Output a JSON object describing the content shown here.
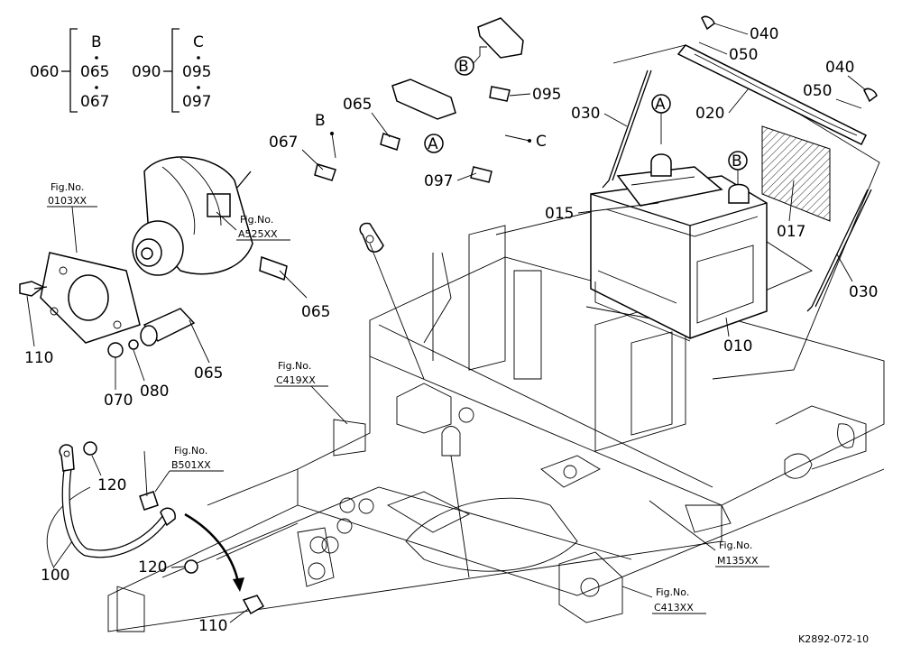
{
  "groups": {
    "g1": {
      "parent": "060",
      "items": [
        "B",
        "065",
        "067"
      ]
    },
    "g2": {
      "parent": "090",
      "items": [
        "C",
        "095",
        "097"
      ]
    }
  },
  "callouts": {
    "c030a": "030",
    "c040a": "040",
    "c050a": "050",
    "c020": "020",
    "c040b": "040",
    "c050b": "050",
    "c095": "095",
    "c065a": "065",
    "c067": "067",
    "c097": "097",
    "c015": "015",
    "c017": "017",
    "c030b": "030",
    "c065b": "065",
    "c065c": "065",
    "c110a": "110",
    "c070": "070",
    "c080": "080",
    "c010": "010",
    "c120a": "120",
    "c100": "100",
    "c120b": "120",
    "c110b": "110"
  },
  "markers": {
    "cableB": "B",
    "cableC": "C",
    "circA1": "A",
    "circB1": "B",
    "circA2": "A",
    "circB2": "B"
  },
  "figrefs": [
    {
      "label": "Fig.No.",
      "code": "0103XX"
    },
    {
      "label": "Fig.No.",
      "code": "A525XX"
    },
    {
      "label": "Fig.No.",
      "code": "C419XX"
    },
    {
      "label": "Fig.No.",
      "code": "B501XX"
    },
    {
      "label": "Fig.No.",
      "code": "M135XX"
    },
    {
      "label": "Fig.No.",
      "code": "C413XX"
    }
  ],
  "drawing_id": "K2892-072-10"
}
